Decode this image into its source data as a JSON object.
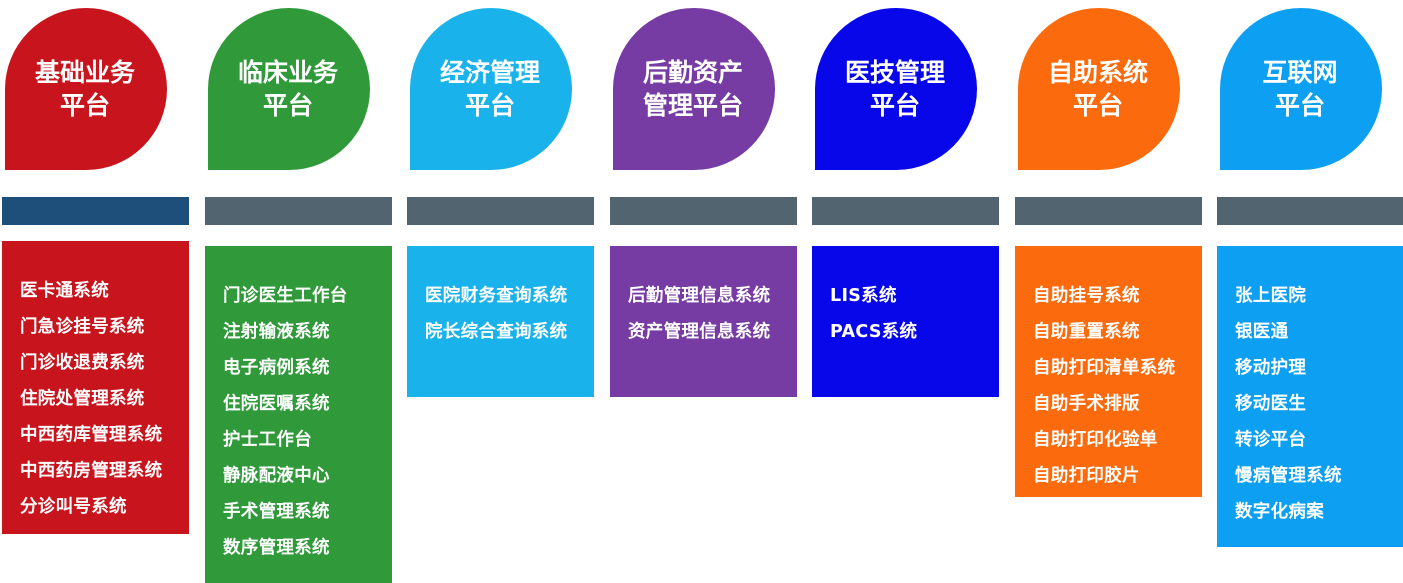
{
  "colors": {
    "bar": "#52646f",
    "bar_first": "#1e4f7a"
  },
  "platforms": [
    {
      "title_line1": "基础业务",
      "title_line2": "平台",
      "color": "#c8141d",
      "items": [
        "医卡通系统",
        "门急诊挂号系统",
        "门诊收退费系统",
        "住院处管理系统",
        "中西药库管理系统",
        "中西药房管理系统",
        "分诊叫号系统"
      ]
    },
    {
      "title_line1": "临床业务",
      "title_line2": "平台",
      "color": "#30993a",
      "items": [
        "门诊医生工作台",
        "注射输液系统",
        "电子病例系统",
        "住院医嘱系统",
        "护士工作台",
        "静脉配液中心",
        "手术管理系统",
        "数序管理系统"
      ]
    },
    {
      "title_line1": "经济管理",
      "title_line2": "平台",
      "color": "#1ab2ea",
      "items": [
        "医院财务查询系统",
        "院长综合查询系统"
      ]
    },
    {
      "title_line1": "后勤资产",
      "title_line2": "管理平台",
      "color": "#763ca3",
      "items": [
        "后勤管理信息系统",
        "资产管理信息系统"
      ]
    },
    {
      "title_line1": "医技管理",
      "title_line2": "平台",
      "color": "#0707ea",
      "items": [
        "LIS系统",
        "PACS系统"
      ]
    },
    {
      "title_line1": "自助系统",
      "title_line2": "平台",
      "color": "#fb6a0c",
      "items": [
        "自助挂号系统",
        "自助重置系统",
        "自助打印清单系统",
        "自助手术排版",
        "自助打印化验单",
        "自助打印胶片"
      ]
    },
    {
      "title_line1": "互联网",
      "title_line2": "平台",
      "color": "#0c9ff2",
      "items": [
        "张上医院",
        "银医通",
        "移动护理",
        "移动医生",
        "转诊平台",
        "慢病管理系统",
        "数字化病案"
      ]
    }
  ]
}
